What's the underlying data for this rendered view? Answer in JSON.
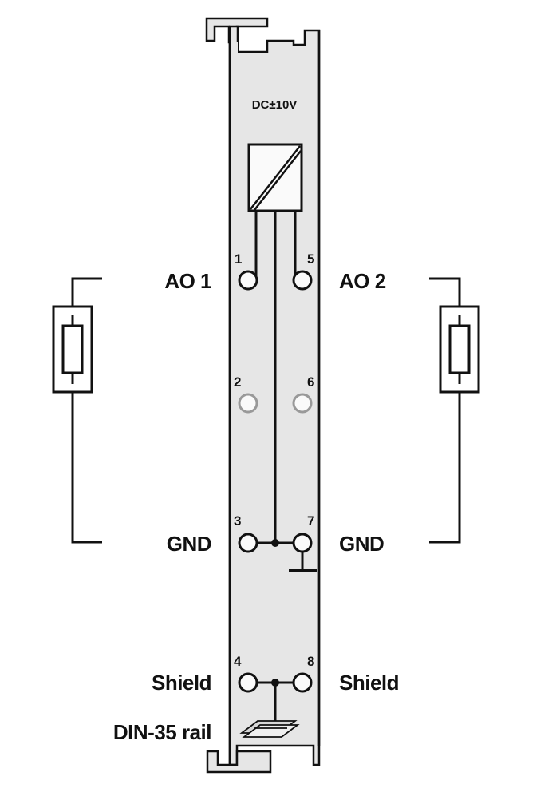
{
  "module": {
    "voltage_label": "DC±10V",
    "housing_color": "#e6e6e6",
    "line_color": "#111111",
    "inactive_pin_color": "#999999"
  },
  "labels": {
    "left": {
      "ao": "AO 1",
      "gnd": "GND",
      "shield": "Shield",
      "rail": "DIN-35 rail"
    },
    "right": {
      "ao": "AO 2",
      "gnd": "GND",
      "shield": "Shield"
    }
  },
  "pins": {
    "p1": "1",
    "p2": "2",
    "p3": "3",
    "p4": "4",
    "p5": "5",
    "p6": "6",
    "p7": "7",
    "p8": "8"
  }
}
